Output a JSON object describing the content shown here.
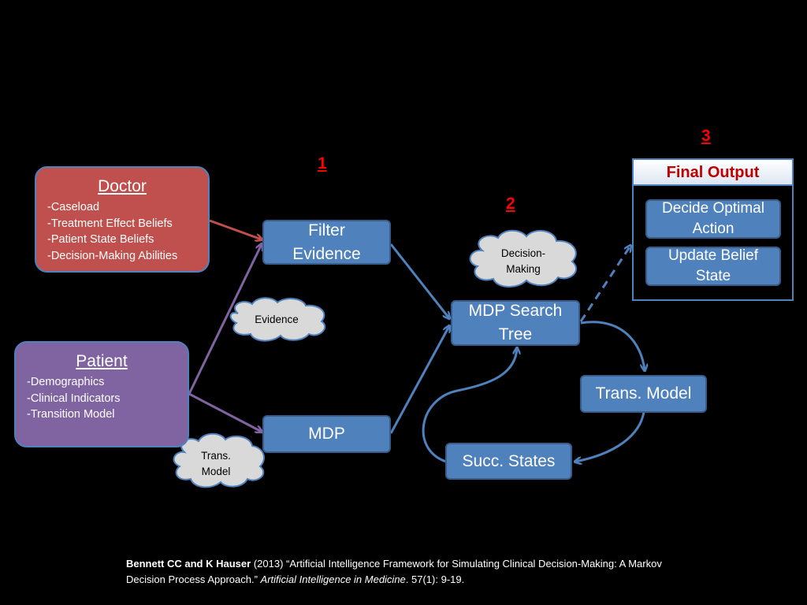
{
  "doctor": {
    "title": "Doctor",
    "items": [
      "-Caseload",
      "-Treatment Effect Beliefs",
      "-Patient State Beliefs",
      "-Decision-Making Abilities"
    ]
  },
  "patient": {
    "title": "Patient",
    "items": [
      "-Demographics",
      "-Clinical Indicators",
      "-Transition Model"
    ]
  },
  "nodes": {
    "filter": "Filter\nEvidence",
    "mdp": "MDP",
    "tree": "MDP Search\nTree",
    "trans": "Trans. Model",
    "succ": "Succ. States"
  },
  "clouds": {
    "decision": "Decision-\nMaking",
    "evidence": "Evidence",
    "trans": "Trans.\nModel"
  },
  "step_numbers": [
    "1",
    "2",
    "3"
  ],
  "final_output": {
    "title": "Final Output",
    "items": [
      "Decide Optimal\nAction",
      "Update Belief\nState"
    ]
  },
  "citation": {
    "authors": "Bennett CC and K Hauser",
    "text": " (2013) “Artificial Intelligence Framework for Simulating Clinical Decision-Making: A Markov Decision Process Approach.” ",
    "journal": "Artificial Intelligence in Medicine",
    "rest": ". 57(1): 9-19."
  },
  "colors": {
    "background": "#000000",
    "doctor_fill": "#c0504d",
    "patient_fill": "#8064a2",
    "node_fill": "#4f81bd",
    "step_number": "#ff0000",
    "final_title": "#c00000",
    "cloud_fill": "#d9d9d9"
  }
}
